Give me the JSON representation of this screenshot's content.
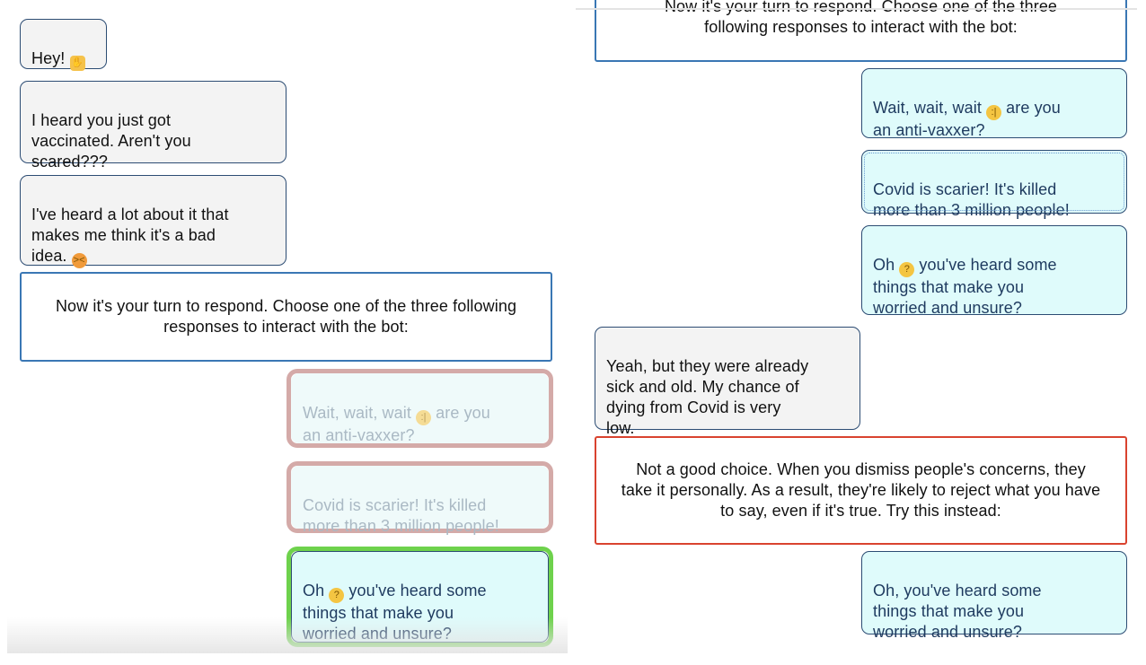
{
  "left": {
    "bot_messages": [
      "Hey! ",
      "I heard you just got\nvaccinated. Aren't you\nscared???",
      "I've heard a lot about it that\nmakes me think it's a bad\nidea. "
    ],
    "instruction": "Now it's your turn to respond. Choose one of the three following responses to interact with the bot:",
    "options": [
      {
        "pre": "Wait, wait, wait ",
        "post": " are you\nan anti-vaxxer?"
      },
      {
        "text": "Covid is scarier! It's killed\nmore than 3 million people!"
      },
      {
        "pre": "Oh ",
        "post": " you've heard some\nthings that make you\nworried and unsure?"
      }
    ]
  },
  "right": {
    "instruction_partial": "Now it's your turn to respond. Choose one of the three",
    "instruction_tail": "following responses to interact with the bot:",
    "user_responses": [
      {
        "pre": "Wait, wait, wait ",
        "post": " are you\nan anti-vaxxer?"
      },
      {
        "text": "Covid is scarier! It's killed\nmore than 3 million people!"
      },
      {
        "pre": "Oh ",
        "post": " you've heard some\nthings that make you\nworried and unsure?"
      }
    ],
    "bot_reply": "Yeah, but they were already\nsick and old. My chance of\ndying from Covid is very\nlow.",
    "feedback": "Not a good choice. When you dismiss people's concerns, they take it personally. As a result, they're likely to reject what you have to say, even if it's true. Try this instead:",
    "suggested": "Oh, you've heard some\nthings that make you\nworried and unsure?"
  },
  "icons": {
    "wave": "waving-hand-emoji",
    "angry": "angry-face-emoji",
    "grimace": "grimacing-face-emoji",
    "thinking": "thinking-face-emoji"
  },
  "colors": {
    "bot_bg": "#f3f3f3",
    "user_bg": "#dffbfb",
    "border_navy": "#2c4c73",
    "instruction_border": "#3a77b4",
    "feedback_border": "#d9432f",
    "correct_green": "#6ed24c",
    "wrong_pink": "#d4aaa8"
  }
}
